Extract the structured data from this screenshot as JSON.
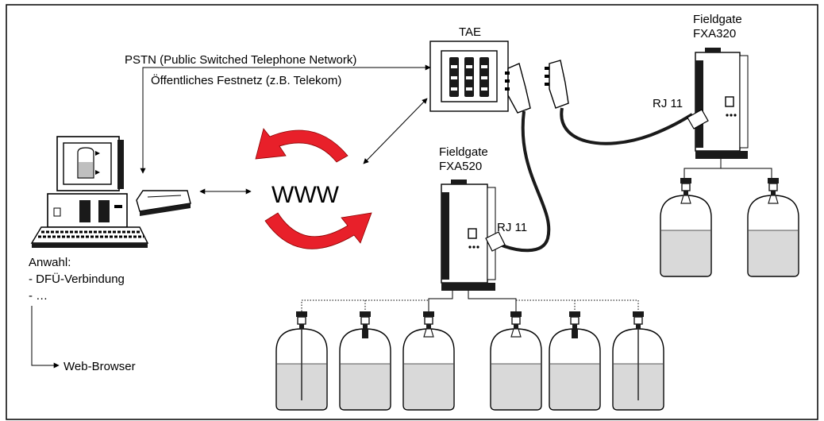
{
  "labels": {
    "tae": "TAE",
    "pstn_en": "PSTN (Public Switched Telephone Network)",
    "pstn_de": "Öffentliches Festnetz (z.B. Telekom)",
    "fieldgate_top_name": "Fieldgate",
    "fieldgate_top_model": "FXA320",
    "fieldgate_mid_name": "Fieldgate",
    "fieldgate_mid_model": "FXA520",
    "rj11_top": "RJ 11",
    "rj11_mid": "RJ 11",
    "www": "WWW",
    "dial_title": "Anwahl:",
    "dial_item1": "- DFÜ-Verbindung",
    "dial_item2": "- …",
    "web_browser": "Web-Browser"
  },
  "colors": {
    "arrow_red": "#e8202a",
    "tank_fill": "#d9d9d9",
    "device_dark": "#1a1a1a",
    "device_light": "#f2f2f2"
  }
}
